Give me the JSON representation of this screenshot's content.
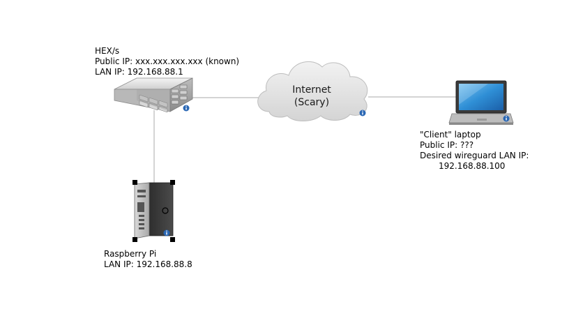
{
  "nodes": {
    "hex": {
      "name": "HEX/s",
      "public_ip": "Public IP: xxx.xxx.xxx.xxx (known)",
      "lan_ip": "LAN IP: 192.168.88.1"
    },
    "internet": {
      "name": "Internet",
      "note": "(Scary)"
    },
    "client": {
      "name": "\"Client\" laptop",
      "public_ip": "Public IP: ???",
      "desired_label": "Desired wireguard LAN IP:",
      "desired_ip": "192.168.88.100"
    },
    "pi": {
      "name": "Raspberry Pi",
      "lan_ip": "LAN IP: 192.168.88.8"
    }
  },
  "colors": {
    "link": "#a8a8a8",
    "info_badge": "#2a67b4",
    "cloud_fill": "#e4e4e4",
    "selection_handle": "#000000"
  },
  "icons": [
    "server-rack-icon",
    "cloud-icon",
    "laptop-icon",
    "tower-pc-icon",
    "info-badge-icon"
  ]
}
